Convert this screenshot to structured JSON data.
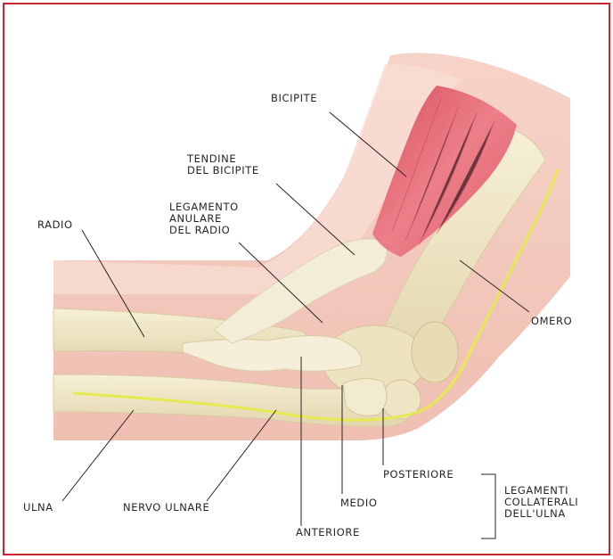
{
  "labels": {
    "bicipite": "BICIPITE",
    "tendine_line1": "TENDINE",
    "tendine_line2": "DEL BICIPITE",
    "legamento_line1": "LEGAMENTO",
    "legamento_line2": "ANULARE",
    "legamento_line3": "DEL RADIO",
    "radio": "RADIO",
    "omero": "OMERO",
    "ulna": "ULNA",
    "nervo_ulnare": "NERVO ULNARE",
    "posteriore": "POSTERIORE",
    "medio": "MEDIO",
    "anteriore": "ANTERIORE",
    "collaterali_line1": "LEGAMENTI",
    "collaterali_line2": "COLLATERALI",
    "collaterali_line3": "DELL'ULNA"
  },
  "colors": {
    "frame": "#c8262c",
    "skin": "#f1c4b8",
    "bone": "#f1e8c9",
    "muscle": "#e36875",
    "nerve": "#e6ea52",
    "leader": "#2a2326"
  }
}
